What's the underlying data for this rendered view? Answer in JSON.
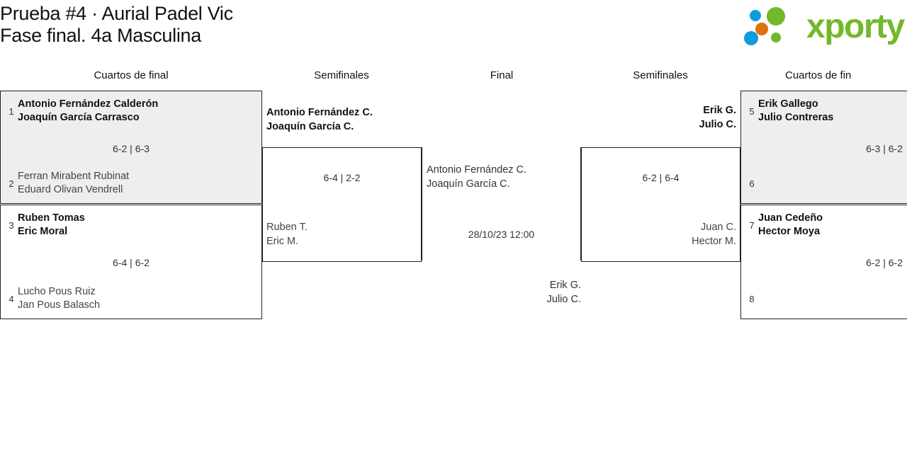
{
  "header": {
    "title_line_1": "Prueba #4 · Aurial Padel Vic",
    "title_line_2": "Fase final. 4a Masculina",
    "logo": {
      "wordmark": "xporty",
      "colors": {
        "green": "#72b82b",
        "blue": "#0d9ddb",
        "orange": "#e2700f"
      }
    }
  },
  "columns": [
    {
      "label": "Cuartos de final"
    },
    {
      "label": "Semifinales"
    },
    {
      "label": "Final"
    },
    {
      "label": "Semifinales"
    },
    {
      "label": "Cuartos de fin"
    }
  ],
  "bracket": {
    "quarterfinals_left": [
      {
        "score": "6-2 | 6-3",
        "top": {
          "seed": "1",
          "player_1": "Antonio Fernández Calderón",
          "player_2": "Joaquín García Carrasco",
          "state": "win"
        },
        "bottom": {
          "seed": "2",
          "player_1": "Ferran Mirabent Rubinat",
          "player_2": "Eduard Olivan Vendrell",
          "state": "lose"
        }
      },
      {
        "score": "6-4 | 6-2",
        "top": {
          "seed": "3",
          "player_1": "Ruben Tomas",
          "player_2": "Eric Moral",
          "state": "win"
        },
        "bottom": {
          "seed": "4",
          "player_1": "Lucho Pous Ruiz",
          "player_2": "Jan Pous Balasch",
          "state": "lose"
        }
      }
    ],
    "quarterfinals_right": [
      {
        "score": "6-3 | 6-2",
        "top": {
          "seed": "5",
          "player_1": "Erik Gallego",
          "player_2": "Julio Contreras",
          "state": "win"
        },
        "bottom": {
          "seed": "6",
          "player_1": "",
          "player_2": "",
          "state": "empty"
        }
      },
      {
        "score": "6-2 | 6-2",
        "top": {
          "seed": "7",
          "player_1": "Juan Cedeño",
          "player_2": "Hector Moya",
          "state": "win"
        },
        "bottom": {
          "seed": "8",
          "player_1": "",
          "player_2": "",
          "state": "empty"
        }
      }
    ],
    "semifinal_left": {
      "score": "6-4 | 2-2",
      "top": {
        "player_1": "Antonio Fernández C.",
        "player_2": "Joaquín García C.",
        "state": "win"
      },
      "bottom": {
        "player_1": "Ruben T.",
        "player_2": "Eric M.",
        "state": "lose"
      }
    },
    "semifinal_right": {
      "score": "6-2 | 6-4",
      "top": {
        "player_1": "Erik G.",
        "player_2": "Julio C.",
        "state": "win"
      },
      "bottom": {
        "player_1": "Juan C.",
        "player_2": "Hector M.",
        "state": "lose"
      }
    },
    "final": {
      "score": "28/10/23 12:00",
      "top": {
        "player_1": "Antonio Fernández C.",
        "player_2": "Joaquín García C.",
        "state": "lose"
      },
      "bottom": {
        "player_1": "Erik G.",
        "player_2": "Julio C.",
        "state": "lose"
      }
    }
  }
}
